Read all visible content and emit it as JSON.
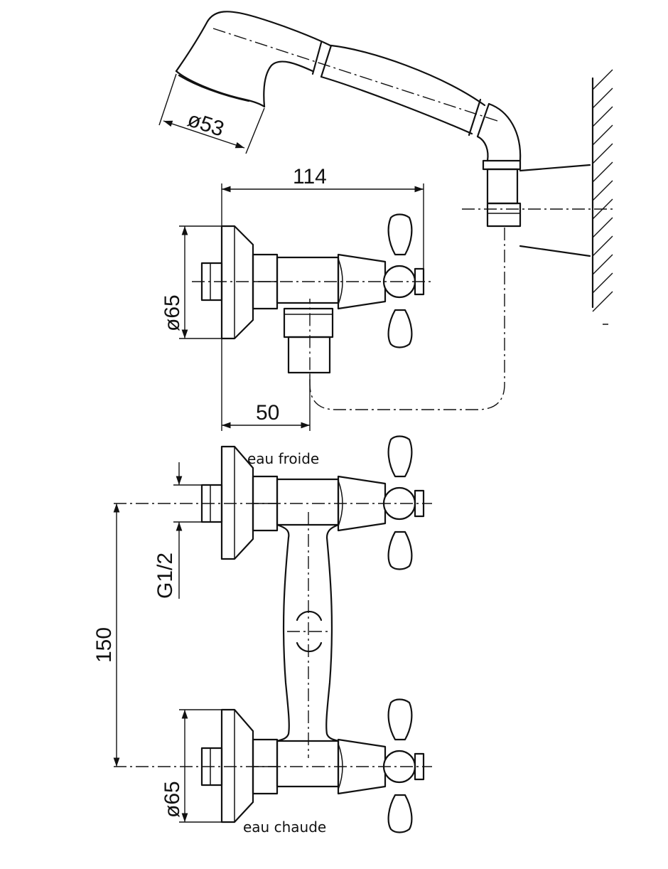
{
  "dimensions": {
    "shower_head_diameter": "ø53",
    "overall_depth": "114",
    "flange_diameter_top": "ø65",
    "outlet_offset": "50",
    "thread": "G1/2",
    "center_distance": "150",
    "flange_diameter_bottom": "ø65"
  },
  "labels": {
    "cold_water": "eau froide",
    "hot_water": "eau chaude"
  }
}
